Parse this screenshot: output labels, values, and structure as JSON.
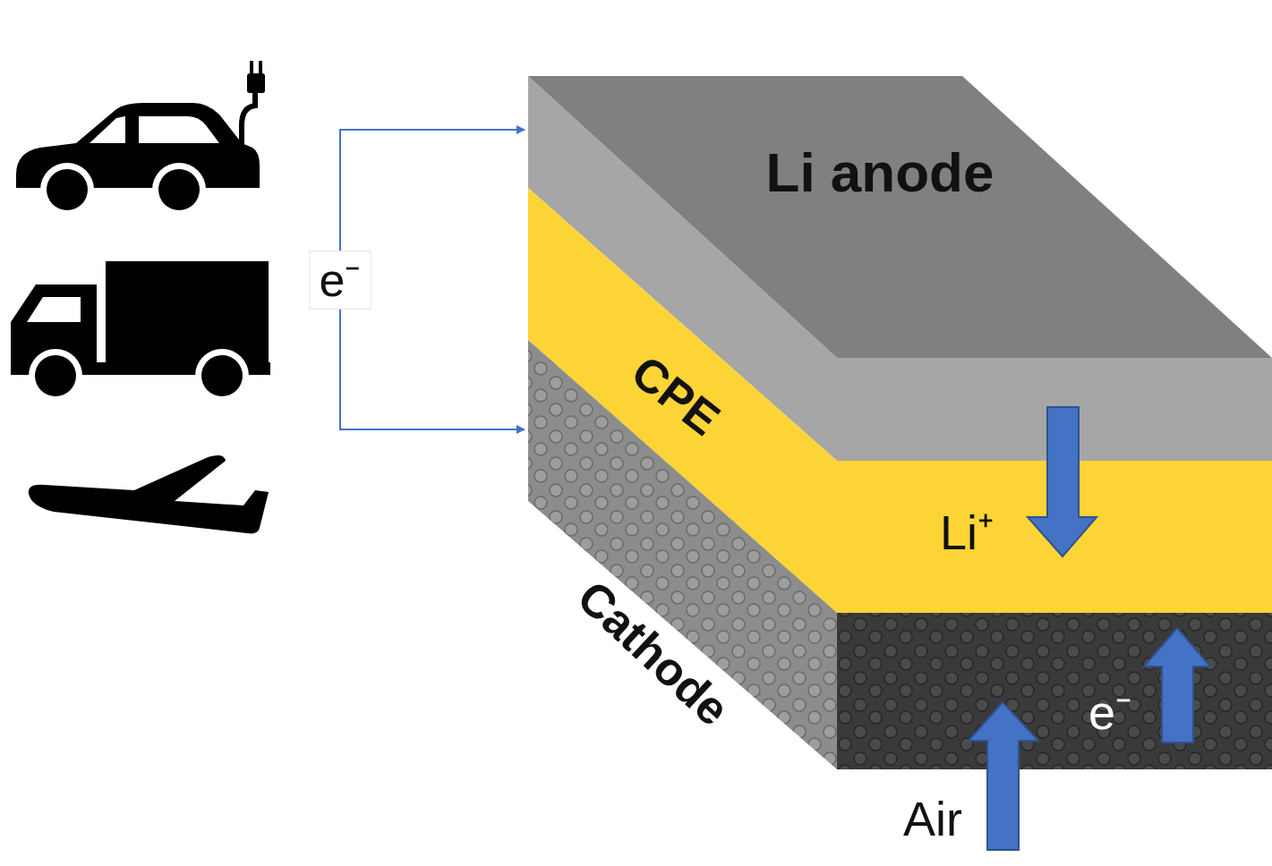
{
  "diagram": {
    "nodes": [
      {
        "text": [
          "Li anode"
        ]
      },
      {
        "text": [
          "CPE"
        ]
      },
      {
        "text": [
          "Cathode"
        ]
      }
    ],
    "edges": [
      {
        "from": 0,
        "to": 2,
        "arrow": "both",
        "label": "e⁻"
      }
    ],
    "labels": [
      "Li⁺",
      "e⁻",
      "Air"
    ]
  }
}
